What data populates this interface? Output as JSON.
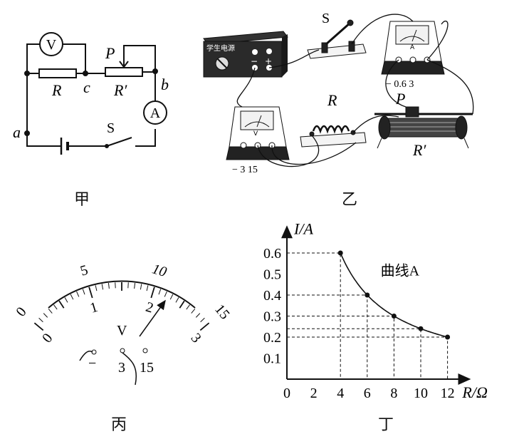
{
  "panels": {
    "jia": {
      "caption": "甲"
    },
    "yi": {
      "caption": "乙"
    },
    "bing": {
      "caption": "丙"
    },
    "ding": {
      "caption": "丁"
    }
  },
  "circuit": {
    "voltmeter": "V",
    "ammeter": "A",
    "resistor": "R",
    "rheostat": "R′",
    "slider": "P",
    "switch": "S",
    "node_a": "a",
    "node_b": "b",
    "node_c": "c"
  },
  "photo": {
    "power_supply_label": "学生电源",
    "minus": "−",
    "plus": "+",
    "switch": "S",
    "ammeter_unit": "A",
    "ammeter_terminals": "− 0.6 3",
    "voltmeter_unit": "V",
    "voltmeter_terminals": "− 3 15",
    "resistor": "R",
    "slider": "P",
    "rheostat": "R′"
  },
  "meter": {
    "unit": "V",
    "outer_scale": [
      "0",
      "5",
      "10",
      "15"
    ],
    "inner_scale": [
      "0",
      "1",
      "2",
      "3"
    ],
    "terminals": [
      "−",
      "3",
      "15"
    ]
  },
  "chart_data": {
    "type": "scatter",
    "title": "",
    "xlabel": "R/Ω",
    "ylabel": "I/A",
    "annotation": "曲线A",
    "x_ticks": [
      "0",
      "2",
      "4",
      "6",
      "8",
      "10",
      "12"
    ],
    "y_ticks": [
      "0.1",
      "0.2",
      "0.3",
      "0.4",
      "0.5",
      "0.6"
    ],
    "xlim": [
      0,
      13
    ],
    "ylim": [
      0,
      0.65
    ],
    "points": [
      {
        "x": 4,
        "y": 0.6
      },
      {
        "x": 6,
        "y": 0.4
      },
      {
        "x": 8,
        "y": 0.3
      },
      {
        "x": 10,
        "y": 0.24
      },
      {
        "x": 12,
        "y": 0.2
      }
    ]
  }
}
